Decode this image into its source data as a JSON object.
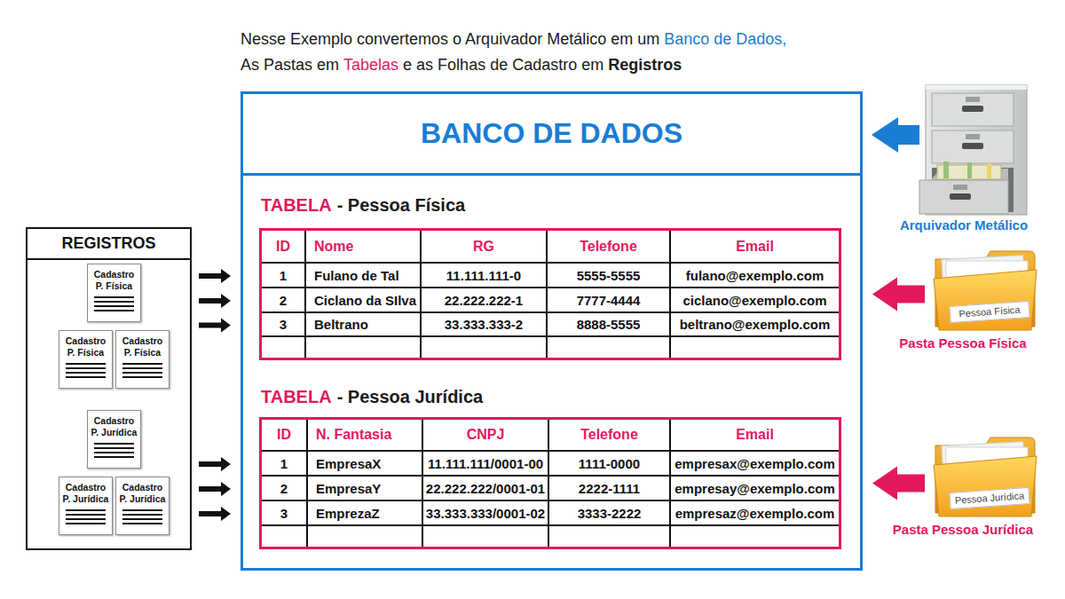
{
  "diagram": {
    "nodes": [
      {
        "text": [
          "BANCO DE DADOS"
        ]
      },
      {
        "text": [
          "TABELA",
          "- Pessoa Física"
        ],
        "in": 0
      },
      {
        "text": [
          "TABELA",
          "- Pessoa Jurídica"
        ],
        "in": 0
      },
      {
        "text": [
          "REGISTROS"
        ]
      },
      {
        "text": [
          "Cadastro P. Física"
        ],
        "in": 3
      },
      {
        "text": [
          "Cadastro P. Física"
        ],
        "in": 3
      },
      {
        "text": [
          "Cadastro P. Física"
        ],
        "in": 3
      },
      {
        "text": [
          "Cadastro P. Jurídica"
        ],
        "in": 3
      },
      {
        "text": [
          "Cadastro P. Jurídica"
        ],
        "in": 3
      },
      {
        "text": [
          "Cadastro P. Jurídica"
        ],
        "in": 3
      },
      {
        "text": [
          "Arquivador Metálico"
        ]
      },
      {
        "text": [
          "Pessoa Física",
          "Pasta Pessoa Física"
        ]
      },
      {
        "text": [
          "Pessoa Jurídica",
          "Pasta Pessoa Jurídica"
        ]
      }
    ],
    "edges": [
      {
        "from": 10,
        "to": 0,
        "arrow": "to"
      },
      {
        "from": 11,
        "to": 1,
        "arrow": "to"
      },
      {
        "from": 12,
        "to": 2,
        "arrow": "to"
      },
      {
        "from": 3,
        "to": 1,
        "arrow": "to"
      },
      {
        "from": 3,
        "to": 1,
        "arrow": "to"
      },
      {
        "from": 3,
        "to": 1,
        "arrow": "to"
      },
      {
        "from": 3,
        "to": 2,
        "arrow": "to"
      },
      {
        "from": 3,
        "to": 2,
        "arrow": "to"
      },
      {
        "from": 3,
        "to": 2,
        "arrow": "to"
      }
    ],
    "labels": [
      "Nesse Exemplo convertemos o Arquivador Metálico em um",
      "Banco de Dados,",
      "As Pastas em",
      "Tabelas",
      "e as Folhas de Cadastro em",
      "Registros",
      "ID",
      "Nome",
      "RG",
      "Telefone",
      "Email",
      "1",
      "Fulano de Tal",
      "11.111.111-0",
      "5555-5555",
      "fulano@exemplo.com",
      "2",
      "Ciclano da SIlva",
      "22.222.222-1",
      "7777-4444",
      "ciclano@exemplo.com",
      "3",
      "Beltrano",
      "33.333.333-2",
      "8888-5555",
      "beltrano@exemplo.com",
      "ID",
      "N. Fantasia",
      "CNPJ",
      "Telefone",
      "Email",
      "1",
      "EmpresaX",
      "11.111.111/0001-00",
      "1111-0000",
      "empresax@exemplo.com",
      "2",
      "EmpresaY",
      "22.222.222/0001-01",
      "2222-1111",
      "empresay@exemplo.com",
      "3",
      "EmprezaZ",
      "33.333.333/0001-02",
      "3333-2222",
      "empresaz@exemplo.com"
    ]
  }
}
